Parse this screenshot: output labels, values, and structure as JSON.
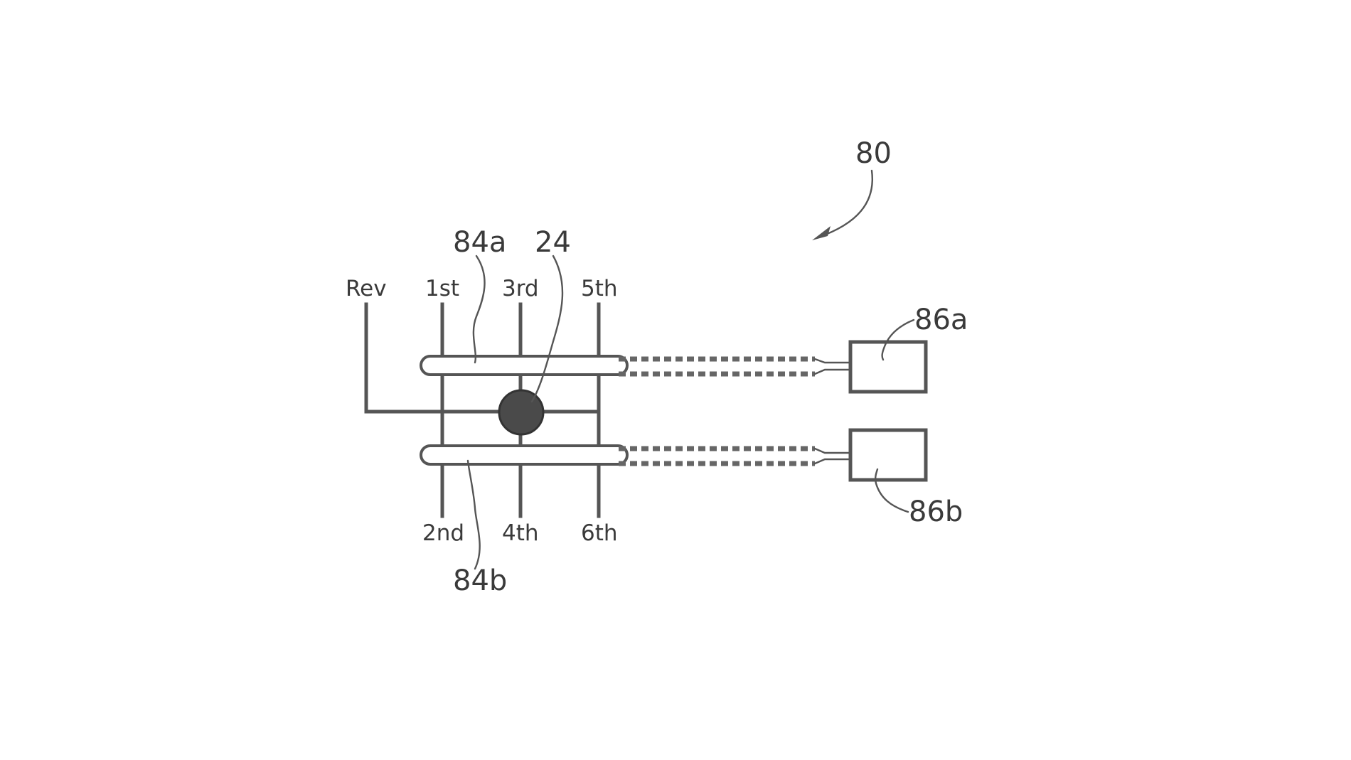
{
  "figure": {
    "reference_numerals": {
      "device": "80",
      "shift_lever": "24",
      "select_cable_upper": "84a",
      "select_cable_lower": "84b",
      "actuator_upper": "86a",
      "actuator_lower": "86b"
    },
    "gear_positions": {
      "reverse": "Rev",
      "first": "1st",
      "second": "2nd",
      "third": "3rd",
      "fourth": "4th",
      "fifth": "5th",
      "sixth": "6th"
    }
  },
  "colors": {
    "ink": "#555555",
    "text": "#3a3a3a",
    "lever_knob": "#4a4a4a",
    "background": "#ffffff"
  }
}
